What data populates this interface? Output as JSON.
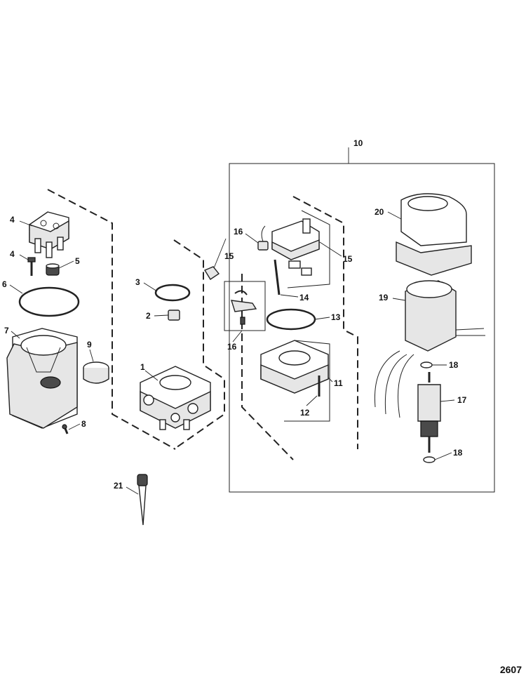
{
  "reference_code": "2607",
  "callouts": {
    "c1": "1",
    "c2": "2",
    "c3": "3",
    "c4a": "4",
    "c4b": "4",
    "c5": "5",
    "c6": "6",
    "c7": "7",
    "c8": "8",
    "c9": "9",
    "c10": "10",
    "c11": "11",
    "c12": "12",
    "c13": "13",
    "c14": "14",
    "c15a": "15",
    "c15b": "15",
    "c16a": "16",
    "c16b": "16",
    "c17": "17",
    "c18a": "18",
    "c18b": "18",
    "c19": "19",
    "c20": "20",
    "c21": "21"
  }
}
